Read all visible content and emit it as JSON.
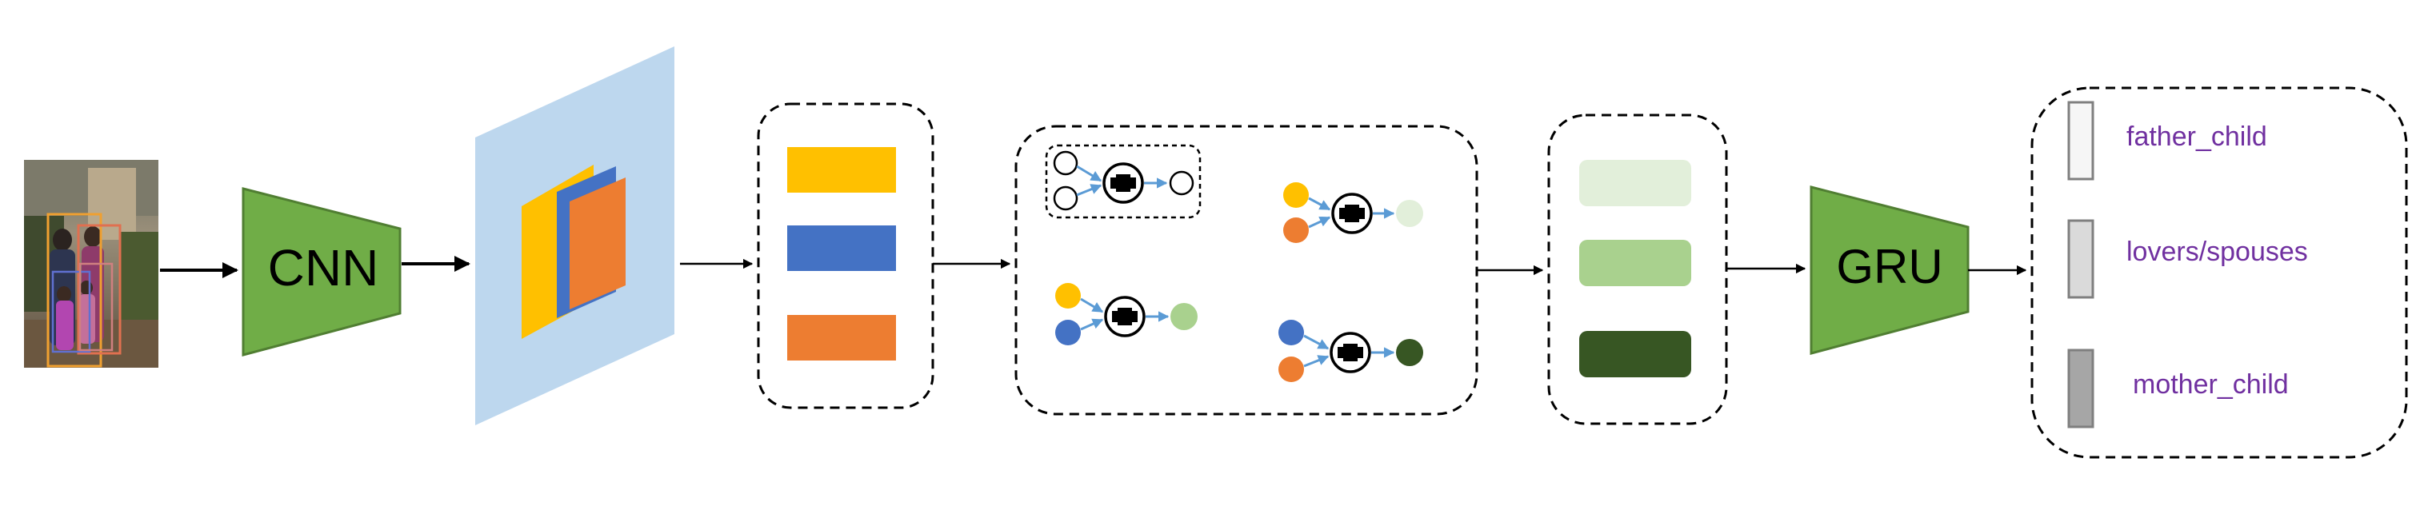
{
  "cnn_label": "CNN",
  "gru_label": "GRU",
  "relation_labels": [
    {
      "text": "father_child"
    },
    {
      "text": "lovers/spouses"
    },
    {
      "text": "mother_child"
    }
  ],
  "colors": {
    "network_fill": "#70AD47",
    "network_stroke": "#507E32",
    "featuremap_bg": "#BDD7EE",
    "feature_yellow": "#FFC000",
    "feature_blue": "#4472C4",
    "feature_orange": "#ED7D31",
    "node_edge_arrow": "#5B9BD5",
    "state_light_green": "#E2EFDA",
    "state_mid_green": "#A9D18E",
    "state_dark_green": "#375623",
    "relation_text": "#7030A0",
    "dashed_border": "#000000"
  }
}
